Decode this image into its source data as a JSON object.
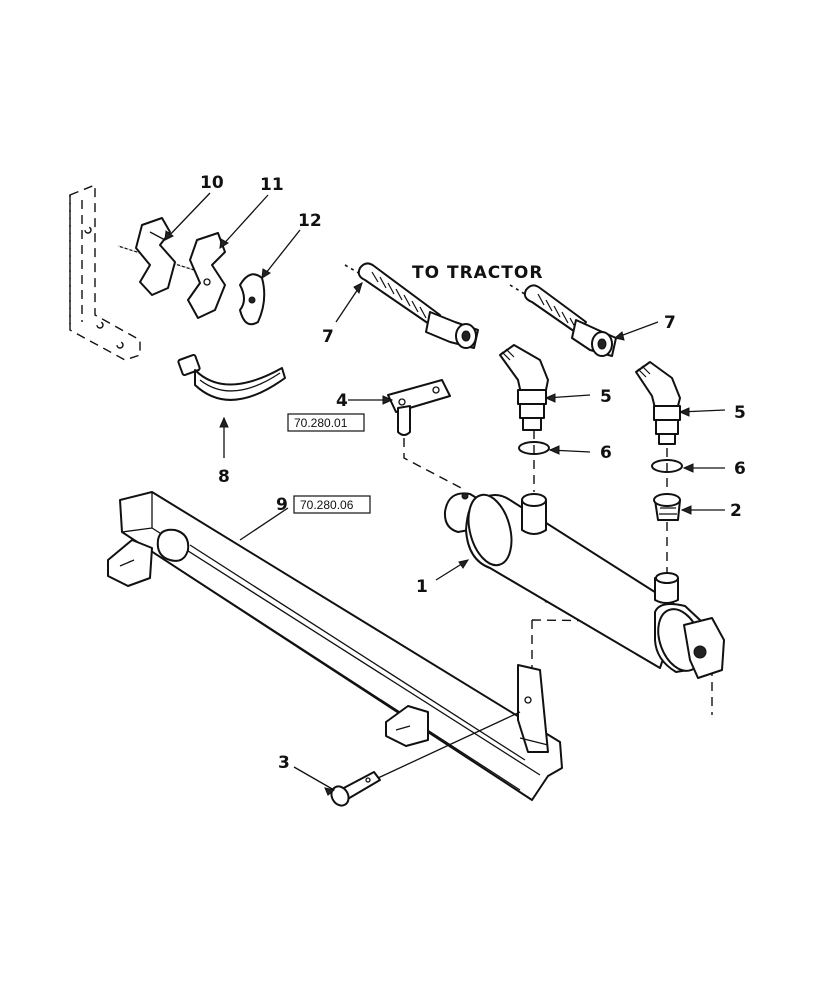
{
  "diagram": {
    "heading": "TO TRACTOR",
    "callouts": [
      {
        "id": "c10",
        "text": "10"
      },
      {
        "id": "c11",
        "text": "11"
      },
      {
        "id": "c12",
        "text": "12"
      },
      {
        "id": "c7a",
        "text": "7"
      },
      {
        "id": "c7b",
        "text": "7"
      },
      {
        "id": "c5a",
        "text": "5"
      },
      {
        "id": "c5b",
        "text": "5"
      },
      {
        "id": "c6a",
        "text": "6"
      },
      {
        "id": "c6b",
        "text": "6"
      },
      {
        "id": "c4",
        "text": "4"
      },
      {
        "id": "c2",
        "text": "2"
      },
      {
        "id": "c8",
        "text": "8"
      },
      {
        "id": "c9",
        "text": "9"
      },
      {
        "id": "c1",
        "text": "1"
      },
      {
        "id": "c3",
        "text": "3"
      }
    ],
    "references": [
      {
        "id": "ref-a",
        "text": "70.280.01"
      },
      {
        "id": "ref-b",
        "text": "70.280.06"
      }
    ]
  }
}
